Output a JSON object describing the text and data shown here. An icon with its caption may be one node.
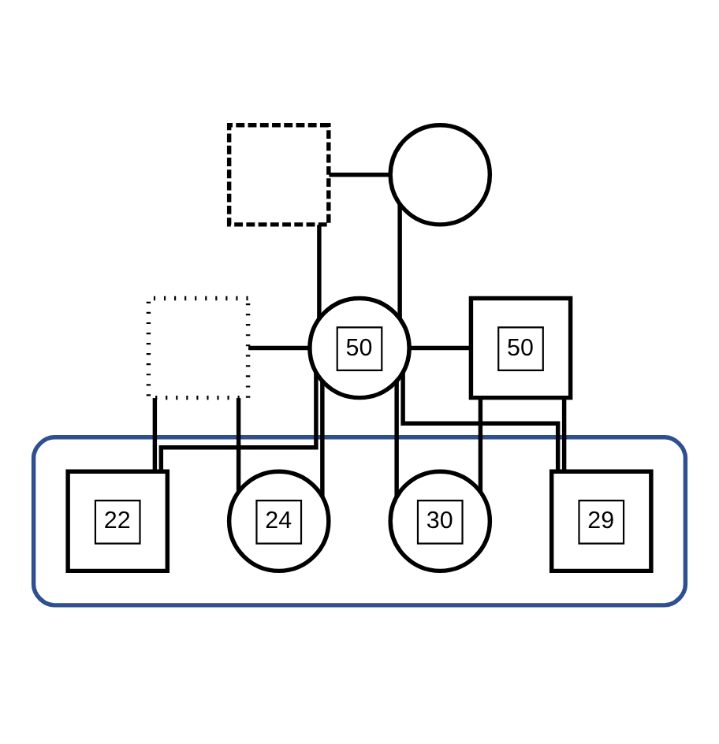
{
  "diagram": {
    "nodes": [
      {
        "text": [],
        "shape": "box"
      },
      {
        "text": [],
        "shape": "circle"
      },
      {
        "text": [],
        "shape": "box"
      },
      {
        "text": [
          "50"
        ]
      },
      {
        "text": [
          "50"
        ]
      },
      {
        "text": [],
        "shape": "cloud"
      },
      {
        "text": [
          "24"
        ],
        "in": 5
      },
      {
        "text": [
          "22"
        ],
        "in": 5
      },
      {
        "text": [
          "29"
        ],
        "in": 5
      },
      {
        "text": [
          "30"
        ],
        "in": 5
      }
    ],
    "edges": [
      {
        "from": 0,
        "to": 1,
        "arrow": "none"
      },
      {
        "from": 0,
        "to": 3,
        "arrow": "none"
      },
      {
        "from": 1,
        "to": 3,
        "arrow": "none"
      },
      {
        "from": 2,
        "to": 3,
        "arrow": "none"
      },
      {
        "from": 3,
        "to": 4,
        "arrow": "none"
      },
      {
        "from": 2,
        "to": 6,
        "arrow": "none"
      },
      {
        "from": 3,
        "to": 6,
        "arrow": "none"
      },
      {
        "from": 2,
        "to": 7,
        "arrow": "none"
      },
      {
        "from": 3,
        "to": 7,
        "arrow": "none"
      },
      {
        "from": 3,
        "to": 8,
        "arrow": "none"
      },
      {
        "from": 4,
        "to": 8,
        "arrow": "none"
      },
      {
        "from": 3,
        "to": 9,
        "arrow": "none"
      },
      {
        "from": 4,
        "to": 9,
        "arrow": "none"
      }
    ]
  }
}
